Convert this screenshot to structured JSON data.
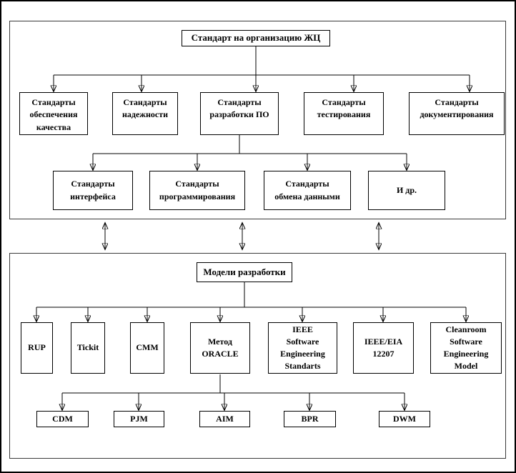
{
  "diagram": {
    "standards": {
      "root": "Стандарт на организацию ЖЦ",
      "categories": [
        "Стандарты\nобеспечения\nкачества",
        "Стандарты\nнадежности",
        "Стандарты\nразработки ПО",
        "Стандарты\nтестирования",
        "Стандарты\nдокументирования"
      ],
      "development_substandards": [
        "Стандарты\nинтерфейса",
        "Стандарты\nпрограммирования",
        "Стандарты\nобмена данными",
        "И др."
      ]
    },
    "models": {
      "root": "Модели разработки",
      "items": [
        "RUP",
        "Tickit",
        "CMM",
        "Метод\nORACLE",
        "IEEE\nSoftware\nEngineering\nStandarts",
        "IEEE/EIA\n12207",
        "Cleanroom\nSoftware\nEngineering\nModel"
      ],
      "oracle_phases": [
        "CDM",
        "PJM",
        "AIM",
        "BPR",
        "DWM"
      ]
    },
    "colors": {
      "line": "#000000",
      "box_border": "#000000",
      "background": "#ffffff"
    }
  }
}
